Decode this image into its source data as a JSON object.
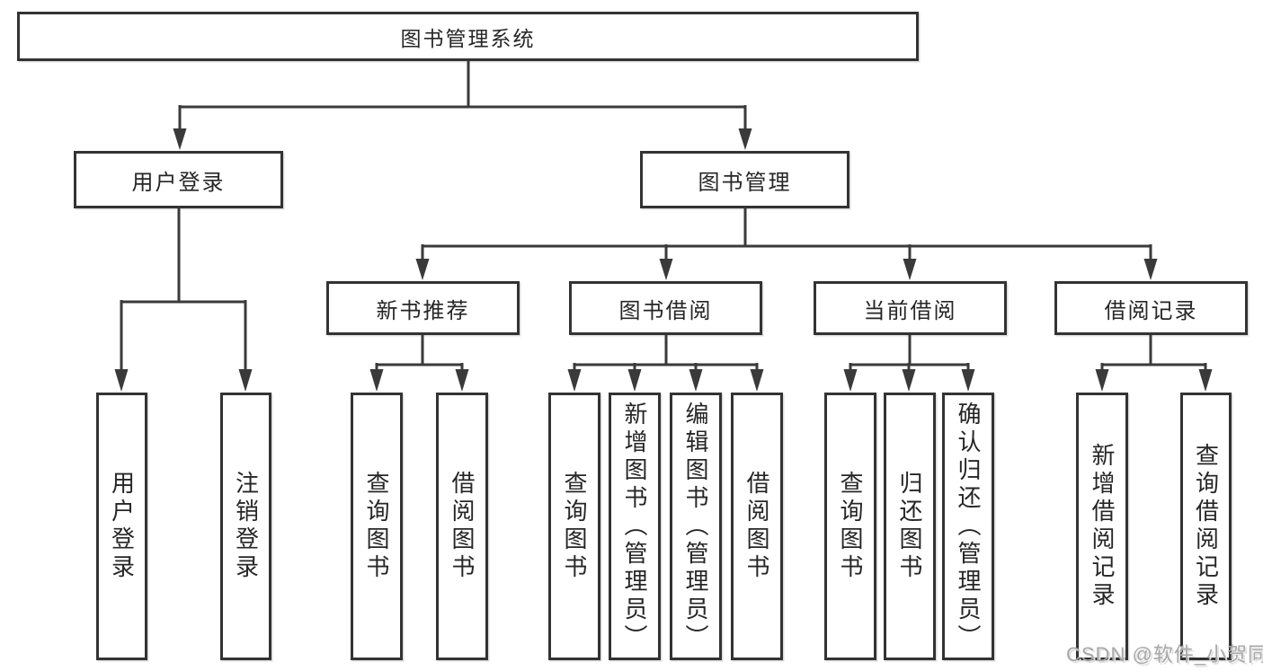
{
  "diagram": {
    "type": "hierarchy-tree",
    "orientation": "top-down",
    "colors": {
      "background": "#ffffff",
      "line": "#3a3a3a",
      "box_border": "#333333",
      "text": "#262626",
      "watermark": "#a8a8a8"
    }
  },
  "tree": {
    "root": {
      "label": "图书管理系统",
      "children": [
        {
          "label": "用户登录",
          "children": [
            {
              "label": "用户登录"
            },
            {
              "label": "注销登录"
            }
          ]
        },
        {
          "label": "图书管理",
          "children": [
            {
              "label": "新书推荐",
              "children": [
                {
                  "label": "查询图书"
                },
                {
                  "label": "借阅图书"
                }
              ]
            },
            {
              "label": "图书借阅",
              "children": [
                {
                  "label": "查询图书"
                },
                {
                  "label": "新增图书（管理员）"
                },
                {
                  "label": "编辑图书（管理员）"
                },
                {
                  "label": "借阅图书"
                }
              ]
            },
            {
              "label": "当前借阅",
              "children": [
                {
                  "label": "查询图书"
                },
                {
                  "label": "归还图书"
                },
                {
                  "label": "确认归还（管理员）"
                }
              ]
            },
            {
              "label": "借阅记录",
              "children": [
                {
                  "label": "新增借阅记录"
                },
                {
                  "label": "查询借阅记录"
                }
              ]
            }
          ]
        }
      ]
    }
  },
  "watermark": "CSDN @软件_小贺同学"
}
